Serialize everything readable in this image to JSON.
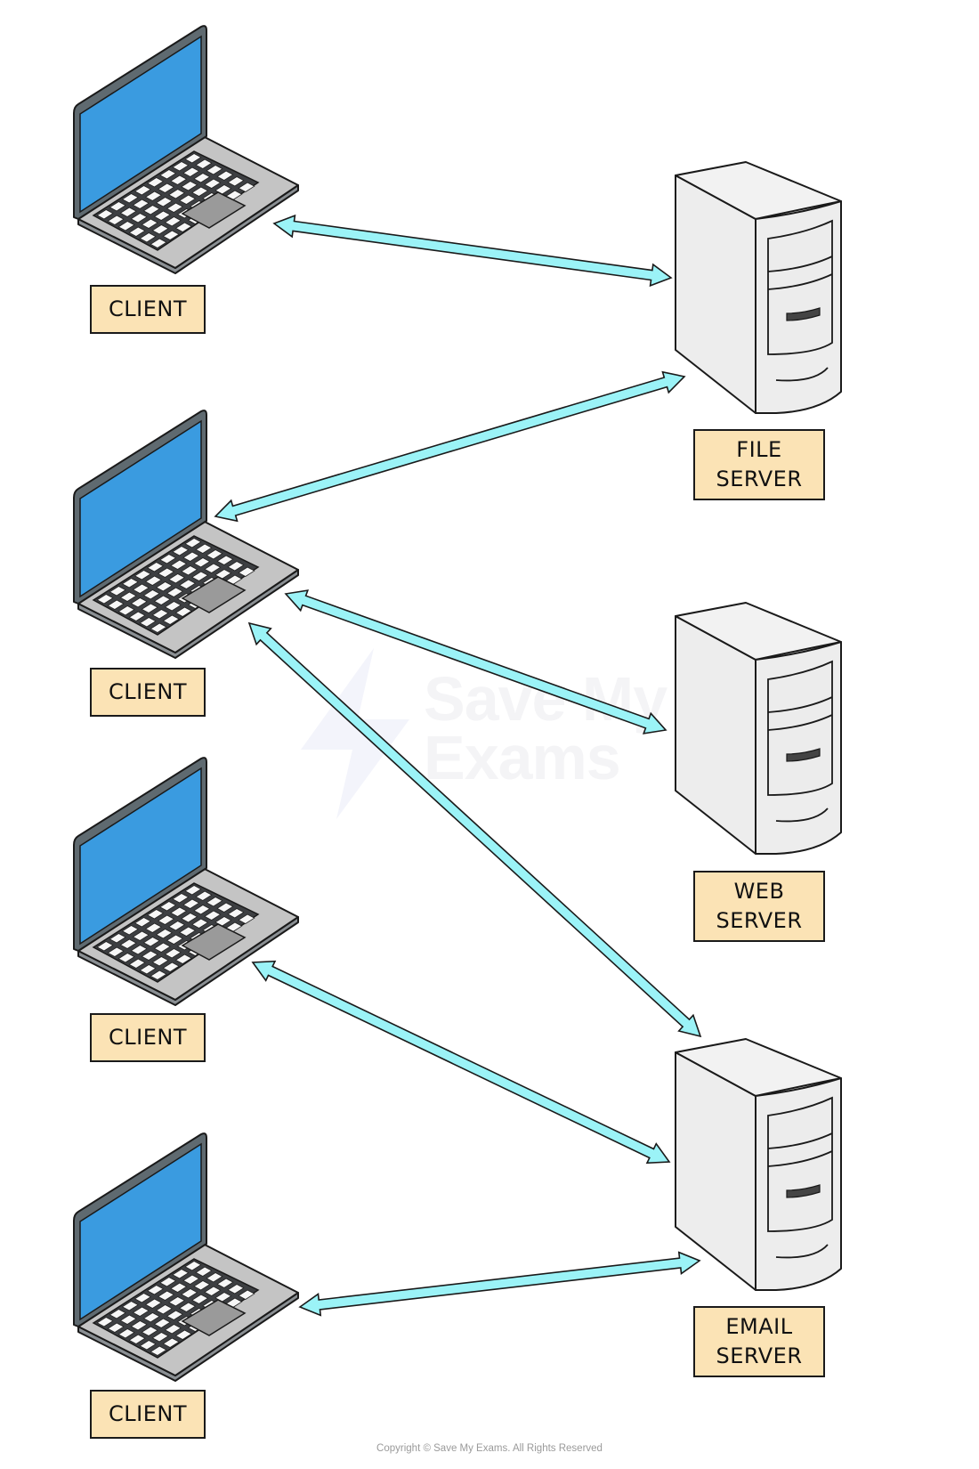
{
  "diagram": {
    "title": "Client-server network",
    "clients": [
      {
        "id": "client-1",
        "label": "CLIENT"
      },
      {
        "id": "client-2",
        "label": "CLIENT"
      },
      {
        "id": "client-3",
        "label": "CLIENT"
      },
      {
        "id": "client-4",
        "label": "CLIENT"
      }
    ],
    "servers": [
      {
        "id": "file-server",
        "label_lines": [
          "FILE",
          "SERVER"
        ]
      },
      {
        "id": "web-server",
        "label_lines": [
          "WEB",
          "SERVER"
        ]
      },
      {
        "id": "email-server",
        "label_lines": [
          "EMAIL",
          "SERVER"
        ]
      }
    ],
    "connections": [
      {
        "from": "client-1",
        "to": "file-server",
        "direction": "bidirectional"
      },
      {
        "from": "client-2",
        "to": "file-server",
        "direction": "bidirectional"
      },
      {
        "from": "client-2",
        "to": "web-server",
        "direction": "bidirectional"
      },
      {
        "from": "client-2",
        "to": "email-server",
        "direction": "bidirectional"
      },
      {
        "from": "client-3",
        "to": "email-server",
        "direction": "bidirectional"
      },
      {
        "from": "client-4",
        "to": "email-server",
        "direction": "bidirectional"
      }
    ],
    "colors": {
      "arrow_fill": "#9BF3F7",
      "label_fill": "#FBE3B5",
      "screen": "#3A9BE0",
      "laptop_body": "#C4C4C4",
      "server_body": "#EDEDED"
    }
  },
  "watermark": {
    "line1": "Save My",
    "line2": "Exams"
  },
  "footer": {
    "copyright": "Copyright © Save My Exams. All Rights Reserved"
  }
}
